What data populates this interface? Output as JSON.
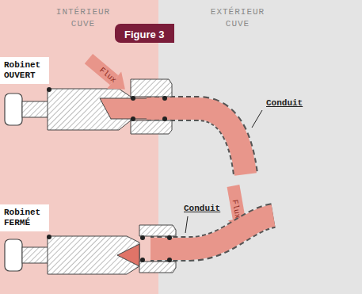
{
  "diagram": {
    "nodes": [
      {
        "text": [
          "INTÉRIEUR CUVE"
        ]
      },
      {
        "text": [
          "EXTÉRIEUR CUVE"
        ]
      },
      {
        "text": [
          "Robinet OUVERT"
        ],
        "in": 0
      },
      {
        "text": [
          "Figure 3"
        ],
        "in": 1
      },
      {
        "text": [
          "Robinet FERMÉ"
        ],
        "in": 0
      }
    ],
    "labels": [
      "Flux",
      "Conduit",
      "Flux",
      "Conduit"
    ]
  }
}
